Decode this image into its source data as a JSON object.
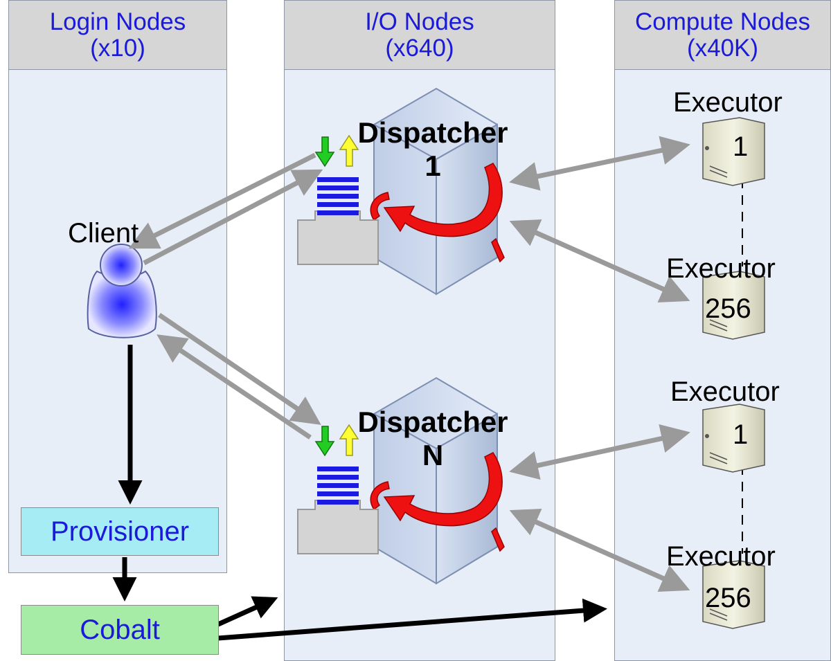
{
  "columns": {
    "login": {
      "title": "Login Nodes",
      "count": "(x10)"
    },
    "io": {
      "title": "I/O Nodes",
      "count": "(x640)"
    },
    "compute": {
      "title": "Compute Nodes",
      "count": "(x40K)"
    }
  },
  "client": {
    "label": "Client"
  },
  "provisioner": {
    "label": "Provisioner"
  },
  "cobalt": {
    "label": "Cobalt"
  },
  "dispatchers": [
    {
      "name": "Dispatcher",
      "id": "1"
    },
    {
      "name": "Dispatcher",
      "id": "N"
    }
  ],
  "executors": [
    {
      "name": "Executor",
      "id": "1"
    },
    {
      "name": "Executor",
      "id": "256"
    },
    {
      "name": "Executor",
      "id": "1"
    },
    {
      "name": "Executor",
      "id": "256"
    }
  ],
  "colors": {
    "header_text": "#1a1ad8",
    "column_bg": "#e8eef8",
    "provisioner_bg": "#a6ecf4",
    "cobalt_bg": "#a6eca6",
    "gray_arrow": "#9a9a9a",
    "queue_blue": "#1a1ae0",
    "red_loop": "#ee1111"
  },
  "icons": [
    "user-icon",
    "server-icon",
    "queue-icon",
    "down-arrow-icon",
    "up-arrow-icon",
    "loop-arrow-icon"
  ]
}
